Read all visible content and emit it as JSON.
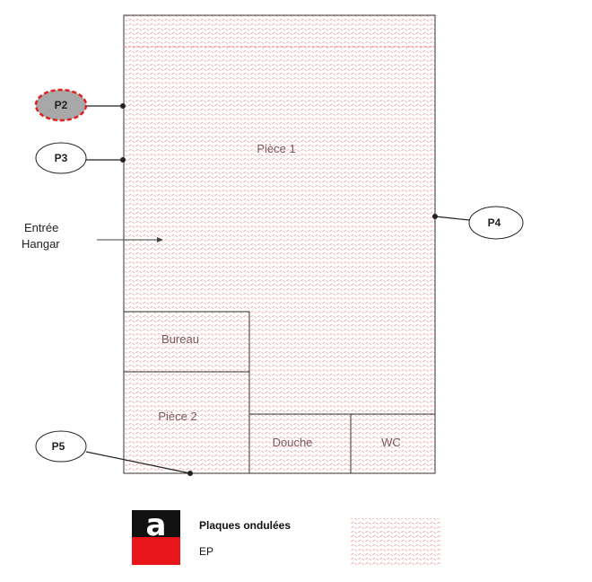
{
  "plan": {
    "hatch_color": "#e88a8a",
    "wall_color": "#333333",
    "rooms": {
      "piece1": "Pièce 1",
      "bureau": "Bureau",
      "piece2": "Pièce 2",
      "douche": "Douche",
      "wc": "WC"
    },
    "entrance": {
      "line1": "Entrée",
      "line2": "Hangar"
    }
  },
  "markers": {
    "p2": {
      "label": "P2",
      "fill": "#a8a8a8",
      "stroke": "#e02020"
    },
    "p3": {
      "label": "P3"
    },
    "p4": {
      "label": "P4"
    },
    "p5": {
      "label": "P5"
    }
  },
  "legend": {
    "logo_letter": "a",
    "logo_colors": {
      "top": "#111111",
      "bottom": "#e8161b"
    },
    "title": "Plaques ondulées",
    "subtitle": "EP"
  }
}
